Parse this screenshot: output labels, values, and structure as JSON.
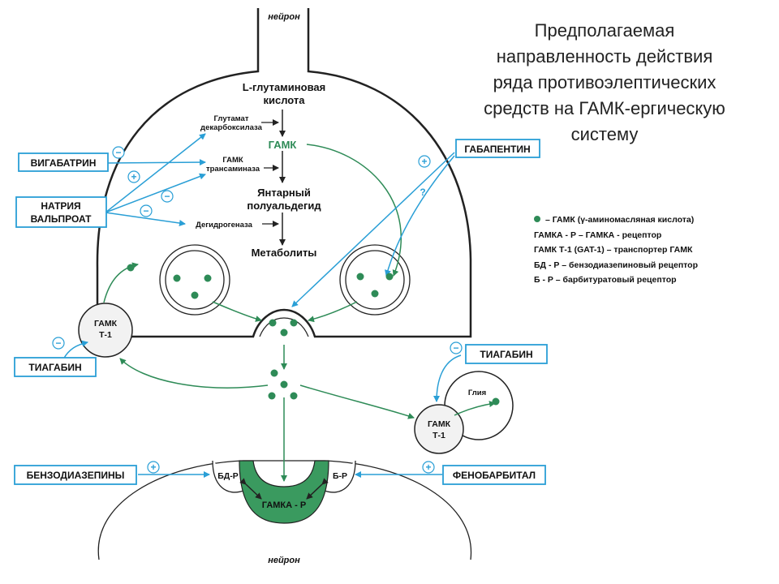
{
  "title_lines": [
    "Предполагаемая",
    "направленность действия",
    "ряда противоэлептических",
    "средств на ГАМК-ергическую",
    "систему"
  ],
  "labels": {
    "neuron_top": "нейрон",
    "neuron_bottom": "нейрон",
    "glutamic_1": "L-глутаминовая",
    "glutamic_2": "кислота",
    "gad_1": "Глутамат",
    "gad_2": "декарбоксилаза",
    "gaba": "ГАМК",
    "gaba_t_1": "ГАМК",
    "gaba_t_2": "трансаминаза",
    "succinic_1": "Янтарный",
    "succinic_2": "полуальдегид",
    "dehydrogenase": "Дегидрогеназа",
    "metabolites": "Метаболиты",
    "glia": "Глия",
    "gat_line1": "ГАМК",
    "gat_line2": "Т-1",
    "gat2_line1": "ГАМК",
    "gat2_line2": "Т-1",
    "bd_r": "БД-Р",
    "b_r": "Б-Р",
    "gaba_a_r": "ГАМКА - Р"
  },
  "drugs": {
    "vigabatrin": "ВИГАБАТРИН",
    "valproate_1": "НАТРИЯ",
    "valproate_2": "ВАЛЬПРОАТ",
    "gabapentin": "ГАБАПЕНТИН",
    "tiagabine_left": "ТИАГАБИН",
    "tiagabine_right": "ТИАГАБИН",
    "benzodiazepines": "БЕНЗОДИАЗЕПИНЫ",
    "phenobarbital": "ФЕНОБАРБИТАЛ"
  },
  "signs": {
    "minus": "−",
    "plus": "+",
    "question": "?"
  },
  "legend": [
    "– ГАМК (γ-аминомасляная кислота)",
    "ГАМКА - Р – ГАМКА - рецептор",
    "ГАМК Т-1 (GAT-1) – транспортер ГАМК",
    "БД - Р  –  бензодиазепиновый рецептор",
    "Б - Р  –  барбитуратовый рецептор"
  ],
  "colors": {
    "arrow_blue": "#2a9fd6",
    "gaba_green": "#2e8b57",
    "receptor_fill": "#3a9a5f",
    "outline": "#222222"
  }
}
